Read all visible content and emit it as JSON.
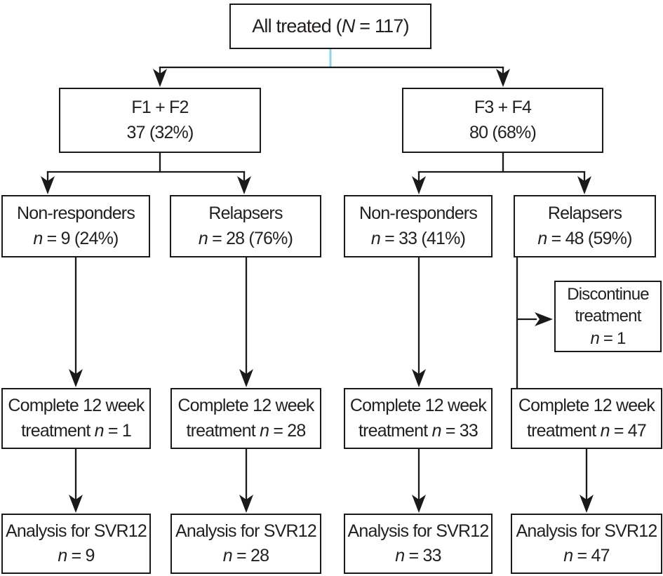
{
  "figure": {
    "type": "flowchart",
    "background": "#ffffff",
    "box_border_color": "#1a1a1a",
    "text_color": "#231f20",
    "connector_color": "#1a1a1a",
    "root_stub_color": "#8fd2e8"
  },
  "boxes": {
    "all_treated": {
      "lines": [
        {
          "pre": "All treated (",
          "it": "N",
          "post": " = 117)"
        }
      ]
    },
    "f1f2": {
      "lines": [
        {
          "pre": "F1 + F2"
        },
        {
          "pre": "37 (32%)"
        }
      ]
    },
    "f3f4": {
      "lines": [
        {
          "pre": "F3 + F4"
        },
        {
          "pre": "80 (68%)"
        }
      ]
    },
    "nonresp_f1f2": {
      "lines": [
        {
          "pre": "Non-responders"
        },
        {
          "it": "n",
          "post": " = 9 (24%)"
        }
      ]
    },
    "relapsers_f1f2": {
      "lines": [
        {
          "pre": "Relapsers"
        },
        {
          "it": "n",
          "post": " = 28 (76%)"
        }
      ]
    },
    "nonresp_f3f4": {
      "lines": [
        {
          "pre": "Non-responders"
        },
        {
          "it": "n",
          "post": " = 33 (41%)"
        }
      ]
    },
    "relapsers_f3f4": {
      "lines": [
        {
          "pre": "Relapsers"
        },
        {
          "it": "n",
          "post": " = 48 (59%)"
        }
      ]
    },
    "discontinue": {
      "lines": [
        {
          "pre": "Discontinue"
        },
        {
          "pre": "treatment"
        },
        {
          "it": "n",
          "post": " = 1"
        }
      ]
    },
    "complete_1": {
      "lines": [
        {
          "pre": "Complete 12 week"
        },
        {
          "pre": "treatment ",
          "it": "n",
          "post": " = 1"
        }
      ]
    },
    "complete_2": {
      "lines": [
        {
          "pre": "Complete 12 week"
        },
        {
          "pre": "treatment ",
          "it": "n",
          "post": " = 28"
        }
      ]
    },
    "complete_3": {
      "lines": [
        {
          "pre": "Complete 12 week"
        },
        {
          "pre": "treatment ",
          "it": "n",
          "post": " = 33"
        }
      ]
    },
    "complete_4": {
      "lines": [
        {
          "pre": "Complete 12 week"
        },
        {
          "pre": "treatment ",
          "it": "n",
          "post": " = 47"
        }
      ]
    },
    "analysis_1": {
      "lines": [
        {
          "pre": "Analysis for SVR12"
        },
        {
          "it": "n",
          "post": " = 9"
        }
      ]
    },
    "analysis_2": {
      "lines": [
        {
          "pre": "Analysis for SVR12"
        },
        {
          "it": "n",
          "post": " = 28"
        }
      ]
    },
    "analysis_3": {
      "lines": [
        {
          "pre": "Analysis for SVR12"
        },
        {
          "it": "n",
          "post": " = 33"
        }
      ]
    },
    "analysis_4": {
      "lines": [
        {
          "pre": "Analysis for SVR12"
        },
        {
          "it": "n",
          "post": " = 47"
        }
      ]
    }
  }
}
